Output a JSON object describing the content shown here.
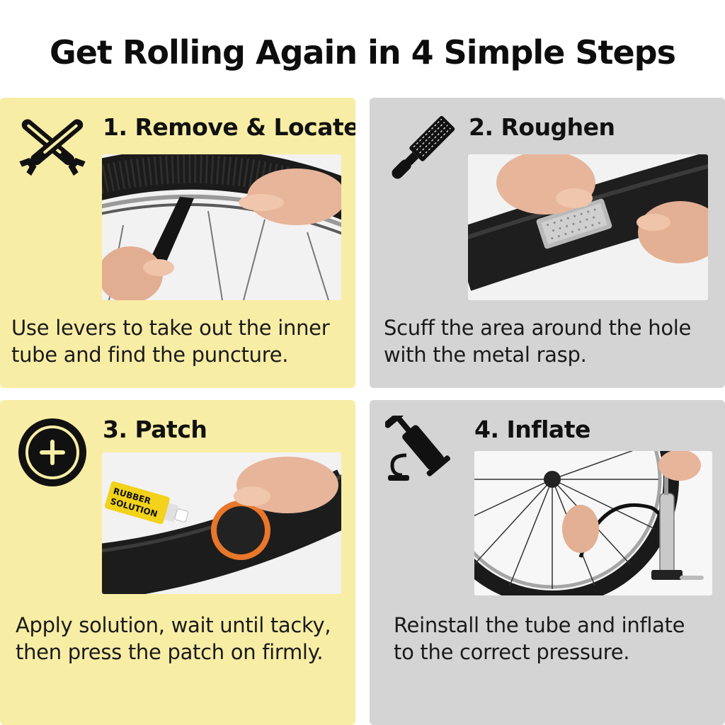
{
  "title": "Get Rolling Again in 4 Simple Steps",
  "colors": {
    "yellow_panel": "#f8eda5",
    "grey_panel": "#d4d4d4",
    "text": "#111111",
    "icon": "#111111",
    "patch_orange": "#e8772a",
    "tube_yellow": "#f2d21a"
  },
  "steps": [
    {
      "title": "1. Remove & Locate",
      "icon": "tire-lever-icon",
      "photo": "tire-lever-photo",
      "description": [
        "Use levers to take out the inner",
        "tube and find the puncture."
      ]
    },
    {
      "title": "2. Roughen",
      "icon": "rasp-icon",
      "photo": "rasp-scuffing-photo",
      "description": [
        "Scuff the area around the hole",
        "with the metal rasp."
      ]
    },
    {
      "title": "3. Patch",
      "icon": "plus-circle-icon",
      "photo": "patch-photo",
      "tube_label": [
        "RUBBER",
        "SOLUTION"
      ],
      "description": [
        "Apply solution, wait until tacky,",
        "then press the patch on firmly."
      ]
    },
    {
      "title": "4. Inflate",
      "icon": "pump-icon",
      "photo": "pump-inflate-photo",
      "description": [
        "Reinstall the tube and inflate",
        "to the correct pressure."
      ]
    }
  ]
}
